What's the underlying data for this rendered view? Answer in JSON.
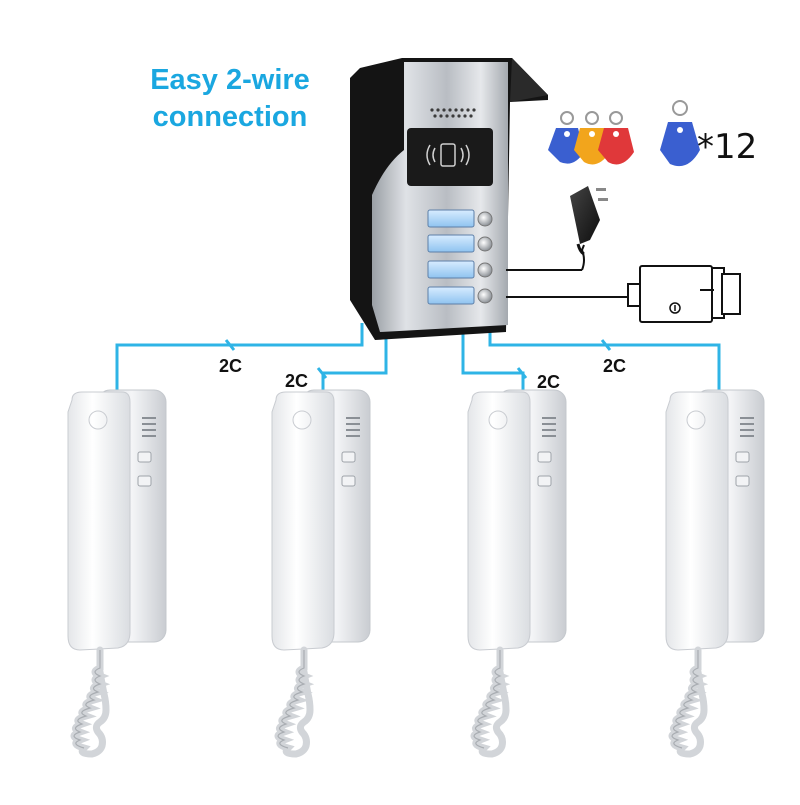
{
  "headline": {
    "line1": "Easy 2-wire",
    "line2": "connection"
  },
  "wire_labels": [
    "2C",
    "2C",
    "2C",
    "2C"
  ],
  "keyfob_quantity": "*12",
  "colors": {
    "wire": "#2fb4e6",
    "headline": "#1aa7e0",
    "fob_blue": "#3a5fd0",
    "fob_yellow": "#f2a51c",
    "fob_red": "#e0383a"
  },
  "components": {
    "outdoor_station": {
      "call_buttons": 4,
      "rfid_reader": true
    },
    "indoor_handsets": 4
  }
}
